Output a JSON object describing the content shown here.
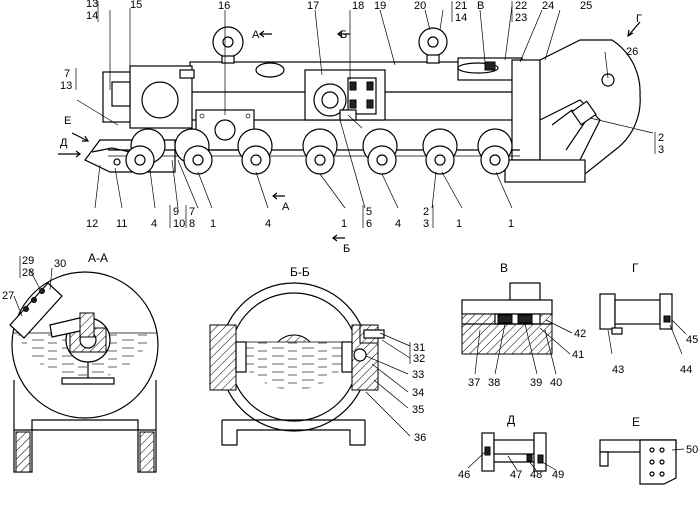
{
  "main_labels": {
    "l13a": "13",
    "l14a": "14",
    "l15": "15",
    "l16": "16",
    "l17": "17",
    "l18": "18",
    "l19": "19",
    "l20": "20",
    "l21": "21",
    "l14b": "14",
    "lB_top": "В",
    "l22": "22",
    "l23": "23",
    "l24": "24",
    "l25": "25",
    "l26": "26",
    "lG_top": "Г",
    "lA_top": "А",
    "lBB_top": "Б",
    "l7": "7",
    "l13b": "13",
    "lE": "Е",
    "lD": "Д",
    "l2a": "2",
    "l3a": "3",
    "l12": "12",
    "l11": "11",
    "l4a": "4",
    "l9": "9",
    "l10": "10",
    "l7b": "7",
    "l8": "8",
    "l1a": "1",
    "l4b": "4",
    "lA_bot": "А",
    "l1b": "1",
    "l5": "5",
    "l6": "6",
    "l4c": "4",
    "l2b": "2",
    "l3b": "3",
    "l1c": "1",
    "l1d": "1",
    "lBB_bot": "Б"
  },
  "views": {
    "aa": {
      "title": "А-А",
      "l29": "29",
      "l28": "28",
      "l30": "30",
      "l27": "27"
    },
    "bb": {
      "title": "Б-Б",
      "l31": "31",
      "l32": "32",
      "l33": "33",
      "l34": "34",
      "l35": "35",
      "l36": "36"
    },
    "v": {
      "title": "В",
      "l42": "42",
      "l41": "41",
      "l37": "37",
      "l38": "38",
      "l39": "39",
      "l40": "40"
    },
    "g": {
      "title": "Г",
      "l43": "43",
      "l44": "44",
      "l45": "45"
    },
    "d": {
      "title": "Д",
      "l46": "46",
      "l47": "47",
      "l48": "48",
      "l49": "49"
    },
    "e": {
      "title": "Е",
      "l50": "50"
    }
  }
}
